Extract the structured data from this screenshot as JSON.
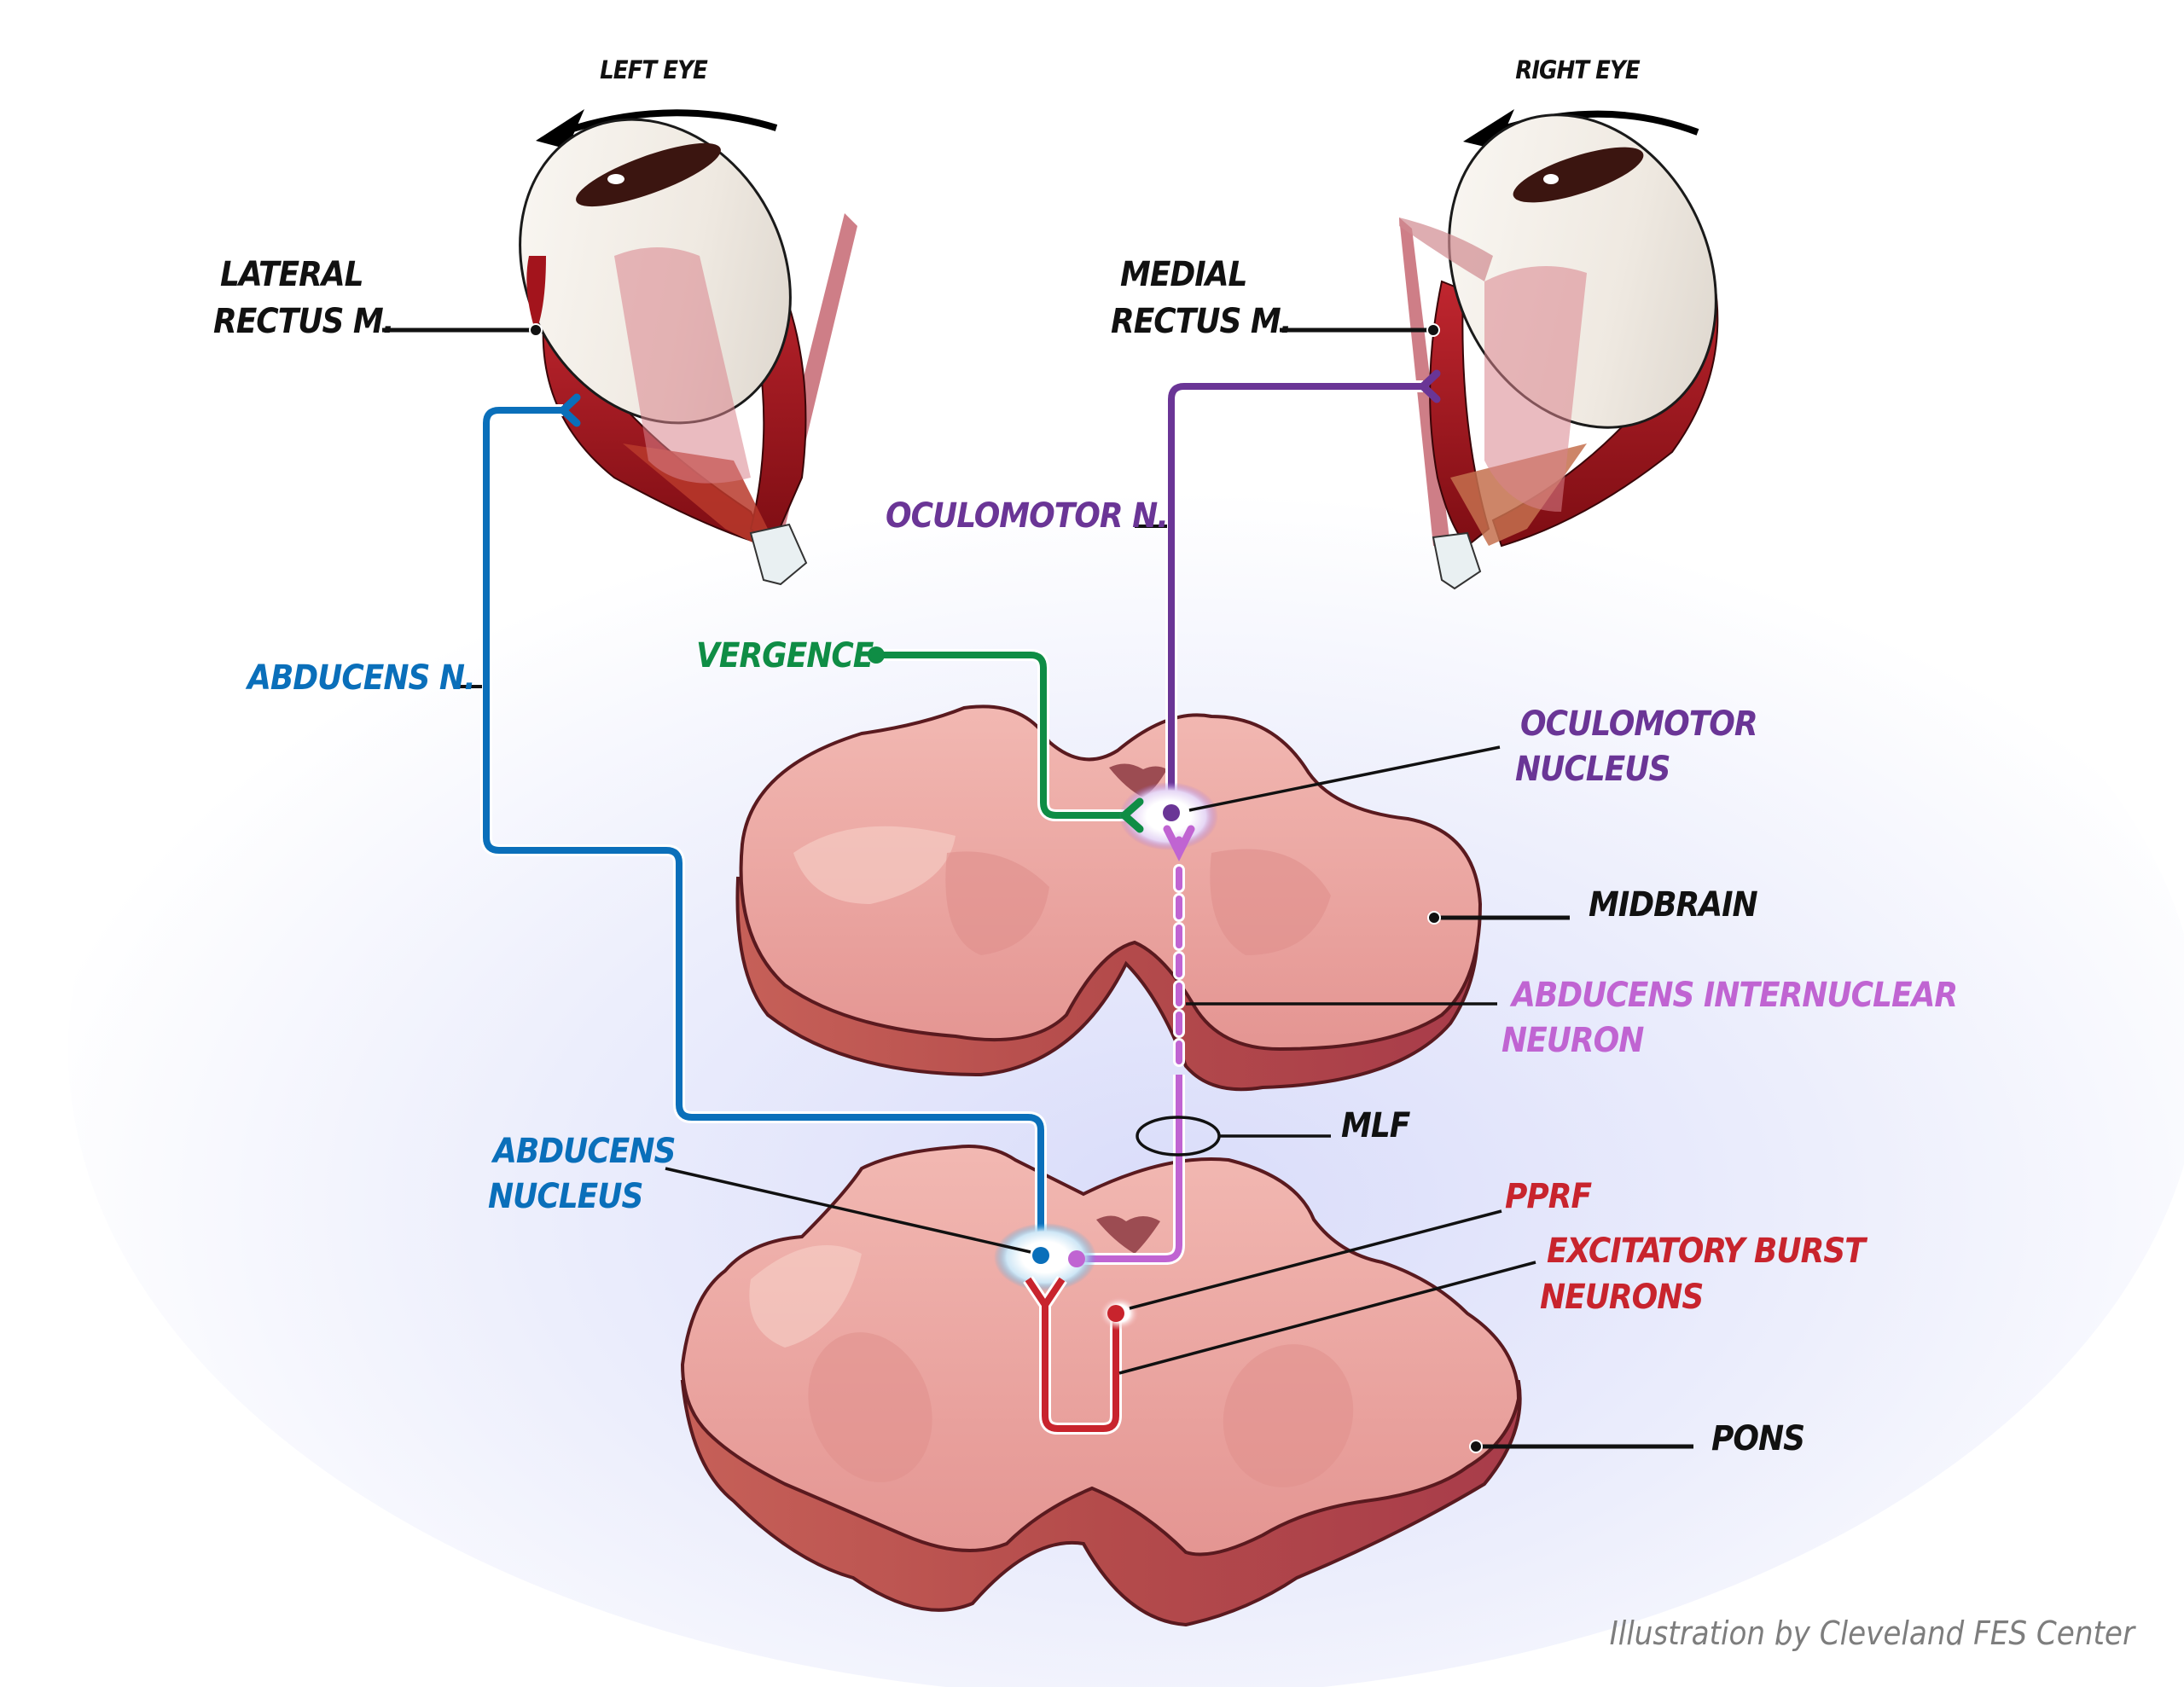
{
  "figure": {
    "title": "Horizontal gaze pathway: abducens and oculomotor control of conjugate eye movement",
    "credit": "Illustration by Cleveland FES Center"
  },
  "colors": {
    "abducens": "#0a6fba",
    "oculomotor": "#6a3596",
    "internuclear": "#c064d2",
    "vergence": "#0f8d45",
    "pprf": "#c8242d",
    "label_black": "#111111",
    "tissue": "#e8a29e",
    "tissue_dark": "#a8414a",
    "muscle": "#9c1219"
  },
  "eyes": {
    "left": {
      "label": "LEFT EYE",
      "direction": "leftward rotation arrow"
    },
    "right": {
      "label": "RIGHT EYE",
      "direction": "leftward rotation arrow"
    }
  },
  "labels": {
    "lateral_rectus": [
      "LATERAL",
      "RECTUS M."
    ],
    "medial_rectus": [
      "MEDIAL",
      "RECTUS M."
    ],
    "oculomotor_n": "OCULOMOTOR N.",
    "abducens_n": "ABDUCENS N.",
    "vergence": "VERGENCE",
    "oculomotor_nucleus": [
      "OCULOMOTOR",
      "NUCLEUS"
    ],
    "midbrain": "MIDBRAIN",
    "abducens_internuclear": [
      "ABDUCENS INTERNUCLEAR",
      "NEURON"
    ],
    "mlf": "MLF",
    "abducens_nucleus": [
      "ABDUCENS",
      "NUCLEUS"
    ],
    "pprf": "PPRF",
    "excitatory_burst": [
      "EXCITATORY BURST",
      "NEURONS"
    ],
    "pons": "PONS"
  },
  "pathways": [
    {
      "name": "Abducens nerve",
      "from": "Abducens nucleus",
      "to": "Lateral rectus (left eye)",
      "color_key": "abducens",
      "style": "solid"
    },
    {
      "name": "Oculomotor nerve",
      "from": "Oculomotor nucleus",
      "to": "Medial rectus (right eye)",
      "color_key": "oculomotor",
      "style": "solid"
    },
    {
      "name": "Abducens internuclear neuron (via MLF)",
      "from": "Abducens nucleus",
      "to": "Oculomotor nucleus",
      "color_key": "internuclear",
      "style": "dashed through midbrain"
    },
    {
      "name": "Vergence input",
      "from": "Vergence",
      "to": "Oculomotor nucleus",
      "color_key": "vergence",
      "style": "solid"
    },
    {
      "name": "Excitatory burst neurons",
      "from": "PPRF",
      "to": "Abducens nucleus",
      "color_key": "pprf",
      "style": "solid"
    }
  ]
}
